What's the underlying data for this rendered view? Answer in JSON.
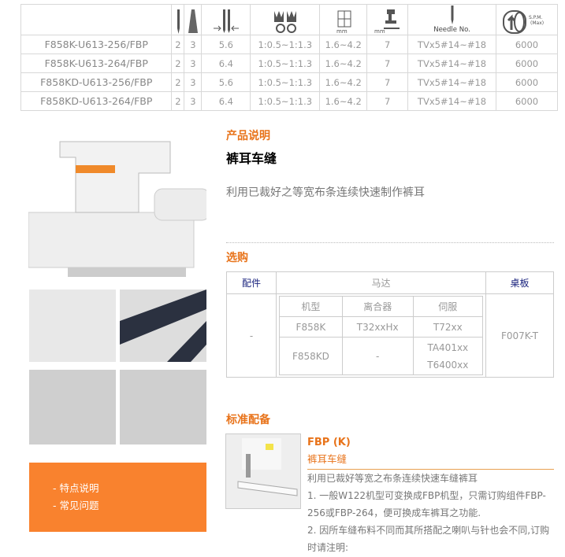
{
  "spec_table": {
    "header_icons": [
      "needle-count-icon",
      "thread-cone-icon",
      "needle-gauge-icon",
      "differential-feed-icon",
      "stitch-length-icon",
      "presser-foot-lift-icon",
      "needle-icon",
      "spm-icon"
    ],
    "header_labels": {
      "stitch_unit": "mm",
      "lift_unit": "mm",
      "needle": "Needle No.",
      "spm": "S.P.M.",
      "spm_sub": "(Max)"
    },
    "rows": [
      [
        "F858K-U613-256/FBP",
        "2",
        "3",
        "5.6",
        "1:0.5~1:1.3",
        "1.6~4.2",
        "7",
        "TVx5#14~#18",
        "6000"
      ],
      [
        "F858K-U613-264/FBP",
        "2",
        "3",
        "6.4",
        "1:0.5~1:1.3",
        "1.6~4.2",
        "7",
        "TVx5#14~#18",
        "6000"
      ],
      [
        "F858KD-U613-256/FBP",
        "2",
        "3",
        "5.6",
        "1:0.5~1:1.3",
        "1.6~4.2",
        "7",
        "TVx5#14~#18",
        "6000"
      ],
      [
        "F858KD-U613-264/FBP",
        "2",
        "3",
        "6.4",
        "1:0.5~1:1.3",
        "1.6~4.2",
        "7",
        "TVx5#14~#18",
        "6000"
      ]
    ]
  },
  "product": {
    "section": "产品说明",
    "title": "裤耳车缝",
    "desc": "利用已裁好之等宽布条连续快速制作裤耳"
  },
  "buy": {
    "section": "选购",
    "headers": [
      "配件",
      "马达",
      "桌板"
    ],
    "accessory": "-",
    "table_board": "F007K-T",
    "motor_headers": [
      "机型",
      "离合器",
      "伺服"
    ],
    "motor_rows": [
      [
        "F858K",
        "T32xxHx",
        "T72xx"
      ],
      [
        "F858KD",
        "-",
        "TA401xx",
        "T6400xx"
      ]
    ]
  },
  "menu": {
    "items": [
      "-  特点说明",
      "-  常见问题"
    ]
  },
  "standard": {
    "section": "标准配备",
    "name": "FBP (K)",
    "subtitle": "裤耳车缝",
    "lines": [
      "利用已裁好等宽之布条连续快速车缝裤耳",
      "1. 一般W122机型可变换成FBP机型，只需订购组件FBP-256或FBP-264，便可换成车裤耳之功能.",
      "2. 因所车缝布料不同而其所搭配之喇叭与针也会不同,订购时请注明:"
    ]
  },
  "colors": {
    "accent": "#E8731A",
    "menu_bg": "#F9822E"
  }
}
